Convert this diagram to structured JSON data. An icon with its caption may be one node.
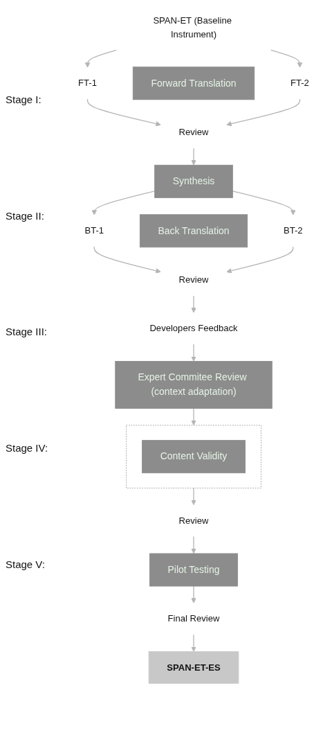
{
  "diagram": {
    "nodes": [
      {
        "text": [
          "SPAN-ET (Baseline Instrument)"
        ]
      },
      {
        "text": [
          "FT-1"
        ]
      },
      {
        "text": [
          "Forward Translation"
        ]
      },
      {
        "text": [
          "FT-2"
        ]
      },
      {
        "text": [
          "Review"
        ]
      },
      {
        "text": [
          "Synthesis"
        ]
      },
      {
        "text": [
          "BT-1"
        ]
      },
      {
        "text": [
          "Back Translation"
        ]
      },
      {
        "text": [
          "BT-2"
        ]
      },
      {
        "text": [
          "Review"
        ]
      },
      {
        "text": [
          "Developers Feedback"
        ]
      },
      {
        "text": [
          "Expert Commitee Review (context adaptation)"
        ]
      },
      {
        "text": [],
        "shape": "box"
      },
      {
        "text": [
          "Content Validity"
        ],
        "in": 12
      },
      {
        "text": [
          "Review"
        ]
      },
      {
        "text": [
          "Pilot Testing"
        ]
      },
      {
        "text": [
          "Final Review"
        ]
      },
      {
        "text": [
          "SPAN-ET-ES"
        ]
      }
    ],
    "edges": [
      {
        "from": 0,
        "to": 1,
        "arrow": "to"
      },
      {
        "from": 0,
        "to": 3,
        "arrow": "to"
      },
      {
        "from": 1,
        "to": 4,
        "arrow": "to"
      },
      {
        "from": 3,
        "to": 4,
        "arrow": "to"
      },
      {
        "from": 4,
        "to": 5,
        "arrow": "to"
      },
      {
        "from": 5,
        "to": 6,
        "arrow": "to"
      },
      {
        "from": 5,
        "to": 8,
        "arrow": "to"
      },
      {
        "from": 6,
        "to": 9,
        "arrow": "to"
      },
      {
        "from": 8,
        "to": 9,
        "arrow": "to"
      },
      {
        "from": 9,
        "to": 10,
        "arrow": "to"
      },
      {
        "from": 10,
        "to": 11,
        "arrow": "to"
      },
      {
        "from": 11,
        "to": 12,
        "arrow": "to"
      },
      {
        "from": 12,
        "to": 14,
        "arrow": "to"
      },
      {
        "from": 14,
        "to": 15,
        "arrow": "to"
      },
      {
        "from": 15,
        "to": 16,
        "arrow": "to"
      },
      {
        "from": 16,
        "to": 17,
        "arrow": "to"
      }
    ],
    "labels": [
      "Stage I:",
      "Stage II:",
      "Stage III:",
      "Stage IV:",
      "Stage V:"
    ]
  }
}
